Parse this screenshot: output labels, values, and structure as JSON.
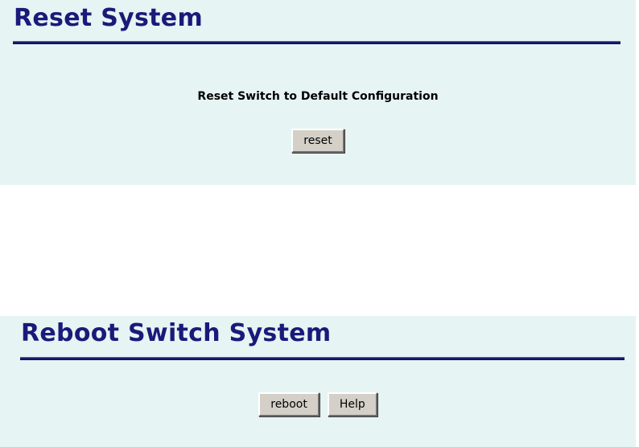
{
  "theme": {
    "panel_bg": "#e6f4f3",
    "page_bg": "#ffffff",
    "heading_color": "#1a1a7a",
    "rule_color": "#191970",
    "button_face": "#d4d0c8",
    "text_color": "#000000"
  },
  "sections": {
    "reset": {
      "title": "Reset System",
      "instruction": "Reset Switch to Default Configuration",
      "reset_button_label": "reset"
    },
    "reboot": {
      "title": "Reboot Switch System",
      "reboot_button_label": "reboot",
      "help_button_label": "Help"
    }
  }
}
